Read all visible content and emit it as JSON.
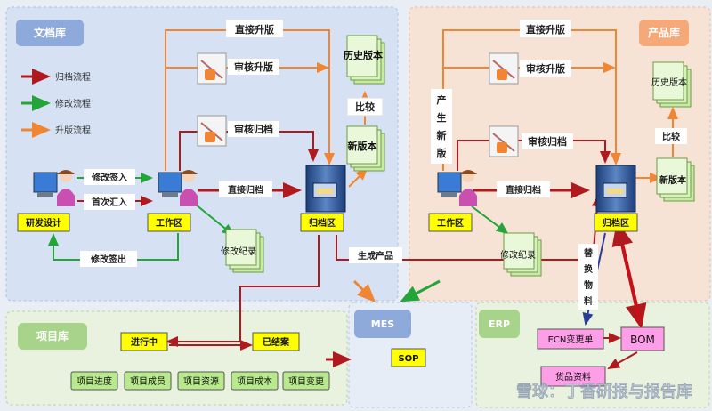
{
  "zones": {
    "doc_lib": "文档库",
    "prod_lib": "产品库",
    "proj_lib": "项目库",
    "mes": "MES",
    "erp": "ERP"
  },
  "legend": {
    "archive": "归档流程",
    "modify": "修改流程",
    "upgrade": "升版流程"
  },
  "colors": {
    "archive": "#b0191e",
    "modify": "#23a53a",
    "upgrade": "#f08533",
    "yellow_box": "#ffff00",
    "green_box": "#b8ea8d",
    "pink_box": "#ff9ee8"
  },
  "doc": {
    "direct_upgrade": "直接升版",
    "review_upgrade": "审核升版",
    "history": "历史版本",
    "compare": "比较",
    "new_version": "新版本",
    "review_archive": "审核归档",
    "modify_checkin": "修改签入",
    "first_import": "首次汇入",
    "direct_archive": "直接归档",
    "rd_design": "研发设计",
    "workspace": "工作区",
    "archive_area": "归档区",
    "modify_record": "修改纪录",
    "modify_checkout": "修改签出",
    "generate_product": "生成产品"
  },
  "prod": {
    "direct_upgrade": "直接升版",
    "review_upgrade": "审核升版",
    "history": "历史版本",
    "produce_new": [
      "产",
      "生",
      "新",
      "版"
    ],
    "compare": "比较",
    "new_version": "新版本",
    "review_archive": "审核归档",
    "direct_archive": "直接归档",
    "workspace": "工作区",
    "archive_area": "归档区",
    "modify_record": "修改纪录"
  },
  "proj": {
    "in_progress": "进行中",
    "closed": "已结案",
    "items": [
      "项目进度",
      "项目成员",
      "项目资源",
      "项目成本",
      "项目变更"
    ]
  },
  "mes": {
    "sop": "SOP"
  },
  "erp": {
    "replace": [
      "替",
      "换",
      "物",
      "料"
    ],
    "ecn": "ECN变更单",
    "bom": "BOM",
    "item_data": "货品资料"
  },
  "watermark": "雪球：丁香研报与报告库"
}
